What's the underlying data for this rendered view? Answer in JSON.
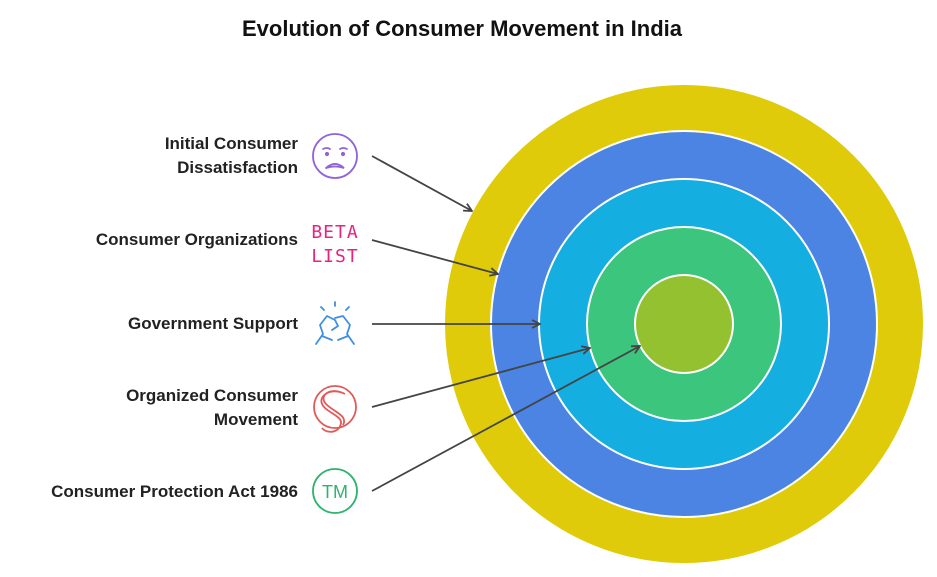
{
  "title": "Evolution of Consumer Movement in India",
  "colors": {
    "ring_outer": "#E0CB0A",
    "ring_2": "#4B84E2",
    "ring_3": "#14AEE0",
    "ring_4": "#3CC57C",
    "ring_inner": "#93C130",
    "arrow": "#444444",
    "icon_purple": "#8F65D9",
    "icon_pink": "#E8237F",
    "icon_blue": "#3F8FE0",
    "icon_red": "#E05A5A",
    "icon_green": "#2FB36E"
  },
  "items": [
    {
      "lines": [
        "Initial Consumer",
        "Dissatisfaction"
      ],
      "icon": "sad-face-icon"
    },
    {
      "lines": [
        "Consumer Organizations"
      ],
      "icon": "beta-list-icon",
      "icon_text": [
        "BETA",
        "LIST"
      ]
    },
    {
      "lines": [
        "Government Support"
      ],
      "icon": "handshake-icon"
    },
    {
      "lines": [
        "Organized Consumer",
        "Movement"
      ],
      "icon": "s-logo-icon"
    },
    {
      "lines": [
        "Consumer Protection Act 1986"
      ],
      "icon": "trademark-icon",
      "icon_text": "TM"
    }
  ]
}
